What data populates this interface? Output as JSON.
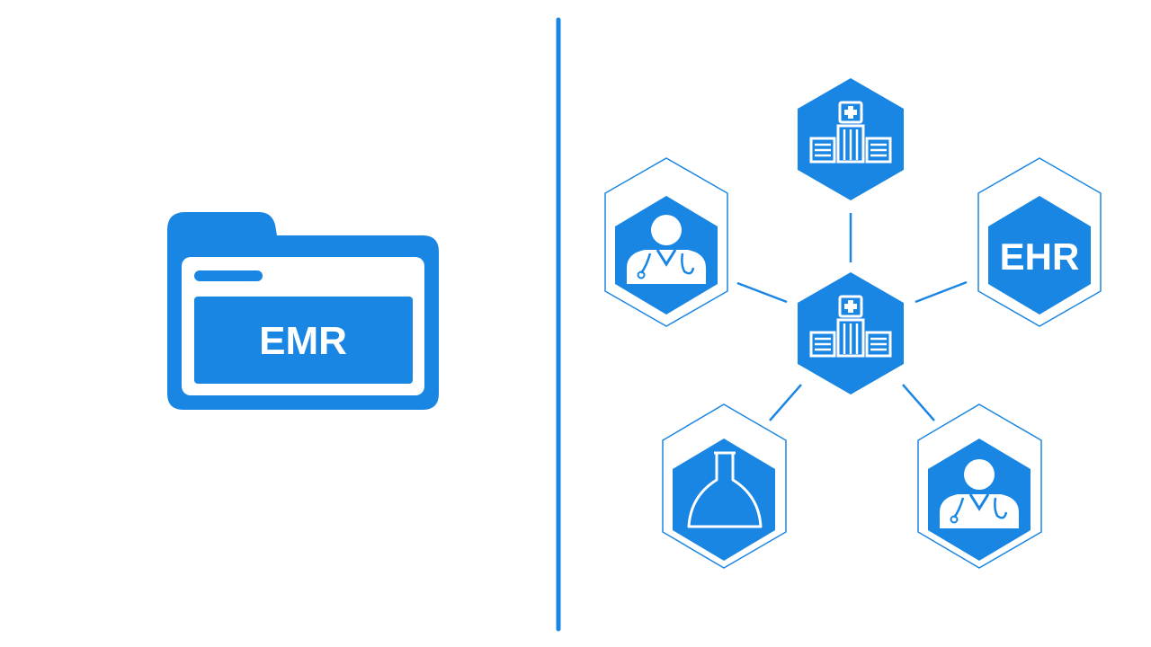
{
  "colors": {
    "primary": "#1a86e3",
    "background": "#ffffff",
    "stroke": "#1a86e3"
  },
  "emr_folder": {
    "label": "EMR",
    "icon": "folder-icon"
  },
  "network": {
    "center": {
      "icon": "hospital-icon"
    },
    "nodes": [
      {
        "id": "top",
        "icon": "hospital-icon",
        "label": ""
      },
      {
        "id": "upper-left",
        "icon": "doctor-icon",
        "label": ""
      },
      {
        "id": "upper-right",
        "icon": "ehr-text-icon",
        "label": "EHR"
      },
      {
        "id": "lower-left",
        "icon": "lab-flask-icon",
        "label": ""
      },
      {
        "id": "lower-right",
        "icon": "doctor-icon",
        "label": ""
      }
    ]
  }
}
